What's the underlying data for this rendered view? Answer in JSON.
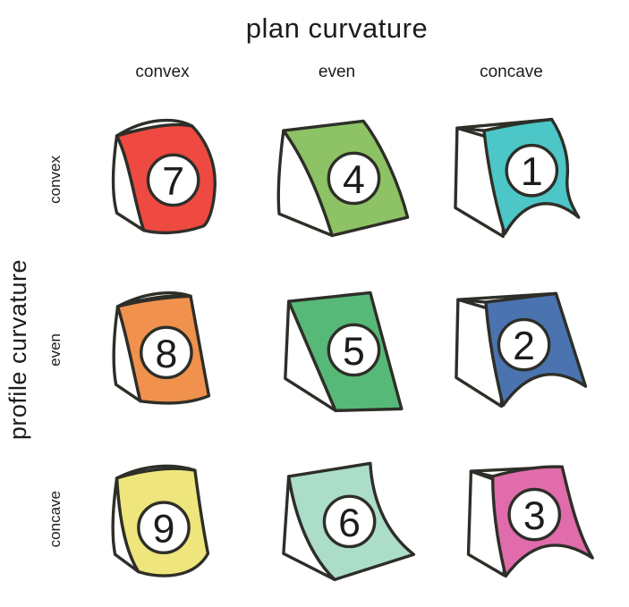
{
  "figure": {
    "plan_axis": {
      "label": "plan curvature",
      "categories": [
        "convex",
        "even",
        "concave"
      ]
    },
    "profile_axis": {
      "label": "profile curvature",
      "categories": [
        "convex",
        "even",
        "concave"
      ]
    },
    "cells": [
      {
        "number": "7",
        "plan": "convex",
        "profile": "convex",
        "color": "#ee4a41"
      },
      {
        "number": "4",
        "plan": "even",
        "profile": "convex",
        "color": "#8dc365"
      },
      {
        "number": "1",
        "plan": "concave",
        "profile": "convex",
        "color": "#4dc6c7"
      },
      {
        "number": "8",
        "plan": "convex",
        "profile": "even",
        "color": "#f0914d"
      },
      {
        "number": "5",
        "plan": "even",
        "profile": "even",
        "color": "#57b978"
      },
      {
        "number": "2",
        "plan": "concave",
        "profile": "even",
        "color": "#4a73b0"
      },
      {
        "number": "9",
        "plan": "convex",
        "profile": "concave",
        "color": "#eee57c"
      },
      {
        "number": "6",
        "plan": "even",
        "profile": "concave",
        "color": "#abddca"
      },
      {
        "number": "3",
        "plan": "concave",
        "profile": "concave",
        "color": "#e06cab"
      }
    ],
    "outline_color": "#2e2e28",
    "side_color": "#ffffff"
  }
}
